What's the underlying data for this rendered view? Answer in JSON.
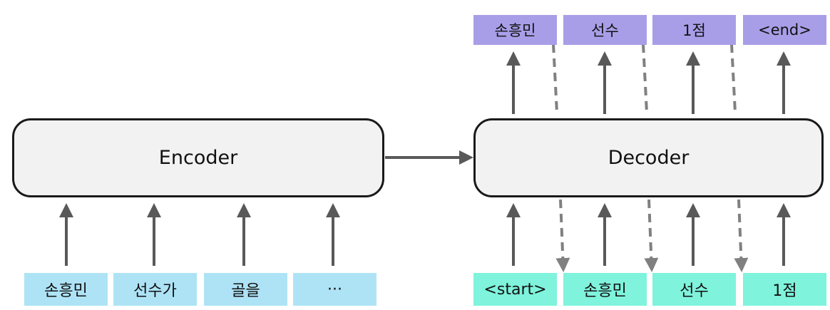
{
  "encoder": {
    "label": "Encoder",
    "inputs": [
      "손흥민",
      "선수가",
      "골을",
      "···"
    ]
  },
  "decoder": {
    "label": "Decoder",
    "inputs": [
      "<start>",
      "손흥민",
      "선수",
      "1점"
    ],
    "outputs": [
      "손흥민",
      "선수",
      "1점",
      "<end>"
    ]
  },
  "colors": {
    "encoder_input": "#aee3f6",
    "decoder_input": "#7ff3dc",
    "decoder_output": "#a89ee8",
    "block_fill": "#f2f2f2",
    "arrow": "#595959",
    "dashed_arrow": "#808080"
  }
}
